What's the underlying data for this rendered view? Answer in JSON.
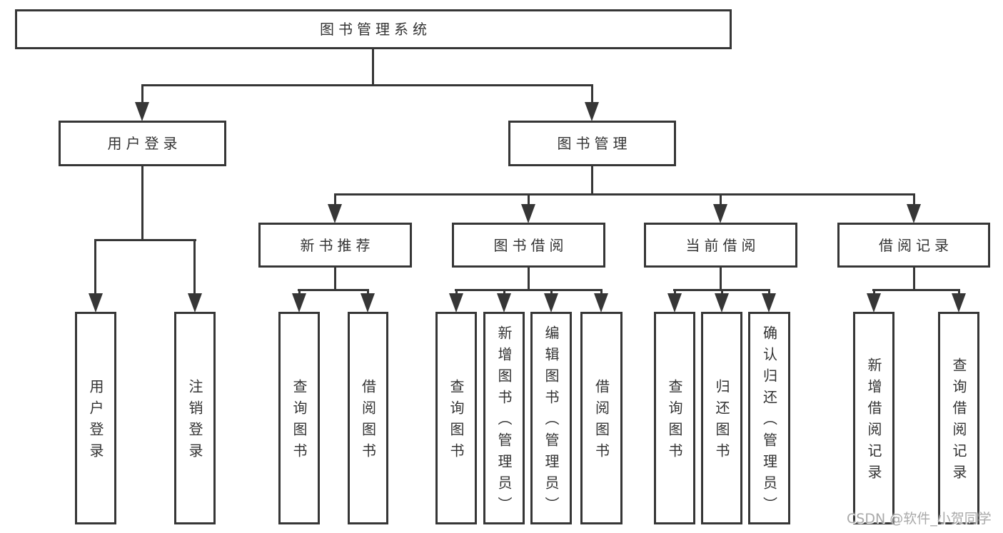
{
  "title": "图书管理系统",
  "watermark": "CSDN @软件_小贺同学",
  "colors": {
    "line": "#363636",
    "text": "#333333",
    "box_background": "#ffffff",
    "page_background": "#ffffff",
    "watermark_text": "#a9a9a9"
  },
  "nodes": {
    "root": "图书管理系统",
    "user_login": "用户登录",
    "book_management": "图书管理",
    "new_book_recommend": "新书推荐",
    "book_borrowing": "图书借阅",
    "current_borrowing": "当前借阅",
    "borrowing_records": "借阅记录",
    "ul_user_login": "用户登录",
    "ul_logout": "注销登录",
    "nr_query_books": "查询图书",
    "nr_borrow_books": "借阅图书",
    "bb_query_books": "查询图书",
    "bb_add_books_admin": "新增图书（管理员）",
    "bb_edit_books_admin": "编辑图书（管理员）",
    "bb_borrow_books": "借阅图书",
    "cb_query_books": "查询图书",
    "cb_return_books": "归还图书",
    "cb_confirm_return_admin": "确认归还（管理员）",
    "br_add_borrow_record": "新增借阅记录",
    "br_query_borrow_record": "查询借阅记录"
  },
  "hierarchy": {
    "图书管理系统": {
      "用户登录": [
        "用户登录",
        "注销登录"
      ],
      "图书管理": {
        "新书推荐": [
          "查询图书",
          "借阅图书"
        ],
        "图书借阅": [
          "查询图书",
          "新增图书（管理员）",
          "编辑图书（管理员）",
          "借阅图书"
        ],
        "当前借阅": [
          "查询图书",
          "归还图书",
          "确认归还（管理员）"
        ],
        "借阅记录": [
          "新增借阅记录",
          "查询借阅记录"
        ]
      }
    }
  }
}
